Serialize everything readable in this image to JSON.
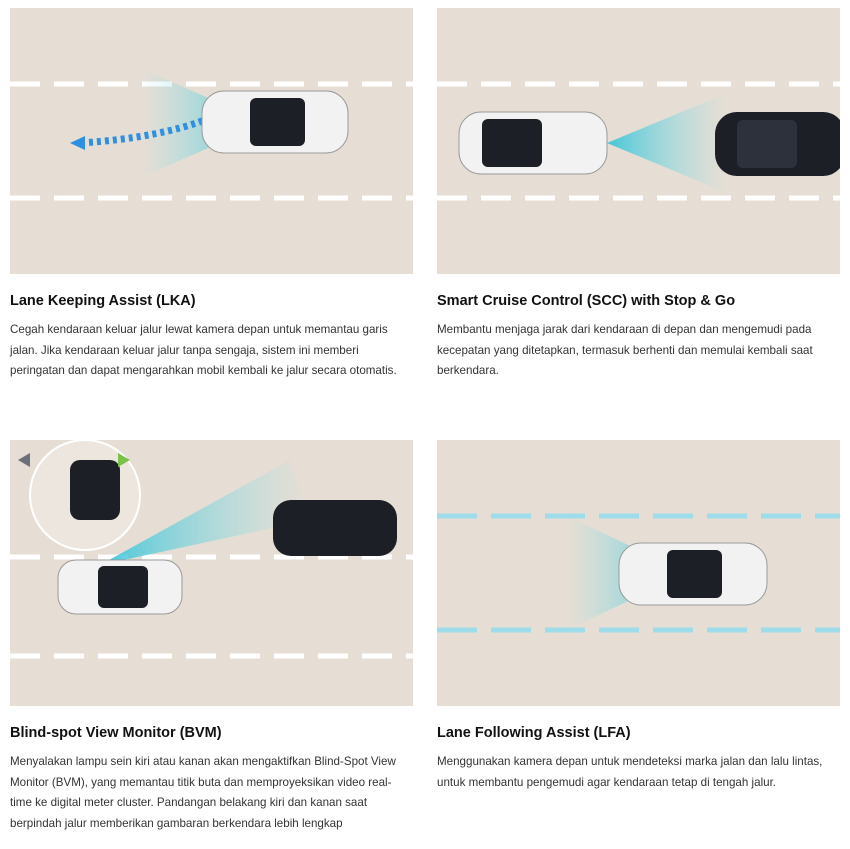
{
  "features": [
    {
      "title": "Lane Keeping Assist (LKA)",
      "description": "Cegah kendaraan keluar jalur lewat kamera depan untuk memantau garis jalan. Jika kendaraan keluar jalur tanpa sengaja, sistem ini memberi peringatan dan dapat mengarahkan mobil kembali ke jalur secara otomatis."
    },
    {
      "title": "Smart Cruise Control (SCC) with Stop & Go",
      "description": "Membantu menjaga jarak dari kendaraan di depan dan mengemudi pada kecepatan yang ditetapkan, termasuk berhenti dan memulai kembali saat berkendara."
    },
    {
      "title": "Blind-spot View Monitor (BVM)",
      "description": "Menyalakan lampu sein kiri atau kanan akan mengaktifkan Blind-Spot View Monitor (BVM), yang memantau titik buta dan memproyeksikan video real-time ke digital meter cluster. Pandangan belakang kiri dan kanan saat berpindah jalur memberikan gambaran berkendara lebih lengkap"
    },
    {
      "title": "Lane Following Assist (LFA)",
      "description": "Menggunakan kamera depan untuk mendeteksi marka jalan dan lalu lintas, untuk membantu pengemudi agar kendaraan tetap di tengah jalur."
    }
  ],
  "colors": {
    "road": "#e6ded4",
    "sensor": "#5fd0e0",
    "car_white": "#f2f2f2",
    "car_dark": "#1c1f26"
  }
}
